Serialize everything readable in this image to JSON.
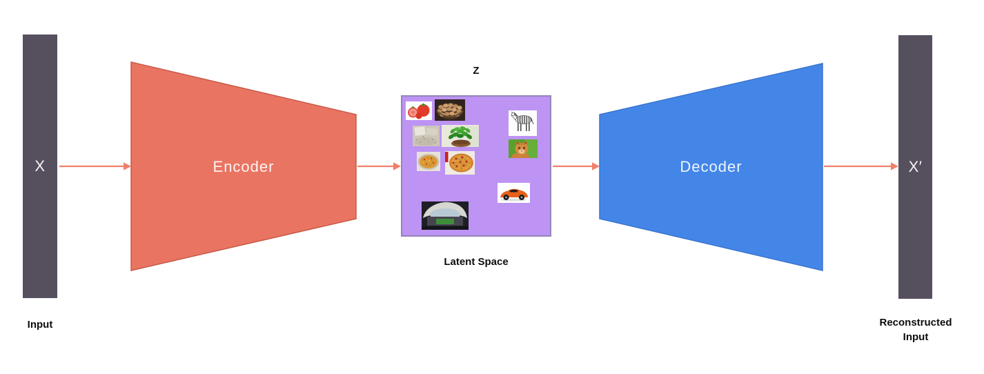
{
  "diagram": {
    "input": {
      "label": "X",
      "caption": "Input"
    },
    "encoder": {
      "label": "Encoder"
    },
    "latent_space": {
      "label": "Z",
      "caption": "Latent Space",
      "images": [
        "tomatoes",
        "eggs",
        "rice-grain-dish",
        "basil-bowl",
        "paella-pan",
        "pizza",
        "zebra",
        "cat",
        "orange-sports-car",
        "stadium"
      ]
    },
    "decoder": {
      "label": "Decoder"
    },
    "output": {
      "label": "X′",
      "caption_lines": [
        "Reconstructed",
        "Input"
      ]
    },
    "colors": {
      "bar_fill": "#554F5E",
      "encoder_fill": "#E97462",
      "encoder_border": "#C85948",
      "decoder_fill": "#4486E8",
      "decoder_border": "#3A74CB",
      "latent_fill": "#BD93F4",
      "latent_border": "#9684B8",
      "arrow": "#F0806B",
      "caption_text": "#0D0D0D",
      "shape_label_text": "#FDF4F2"
    }
  }
}
